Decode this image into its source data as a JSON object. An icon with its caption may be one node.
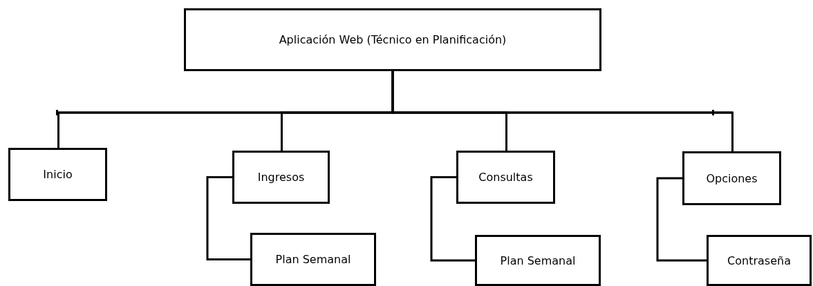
{
  "diagram": {
    "nodes": [
      {
        "text": [
          "Aplicación Web (Técnico en Planificación)"
        ]
      },
      {
        "text": [
          "Inicio"
        ]
      },
      {
        "text": [
          "Ingresos"
        ]
      },
      {
        "text": [
          "Consultas"
        ]
      },
      {
        "text": [
          "Opciones"
        ]
      },
      {
        "text": [
          "Plan Semanal"
        ]
      },
      {
        "text": [
          "Plan Semanal"
        ]
      },
      {
        "text": [
          "Contraseña"
        ]
      }
    ],
    "edges": [
      {
        "from": 0,
        "to": 1,
        "arrow": "none"
      },
      {
        "from": 0,
        "to": 2,
        "arrow": "none"
      },
      {
        "from": 0,
        "to": 3,
        "arrow": "none"
      },
      {
        "from": 0,
        "to": 4,
        "arrow": "none"
      },
      {
        "from": 2,
        "to": 5,
        "arrow": "none"
      },
      {
        "from": 3,
        "to": 6,
        "arrow": "none"
      },
      {
        "from": 4,
        "to": 7,
        "arrow": "none"
      }
    ]
  }
}
